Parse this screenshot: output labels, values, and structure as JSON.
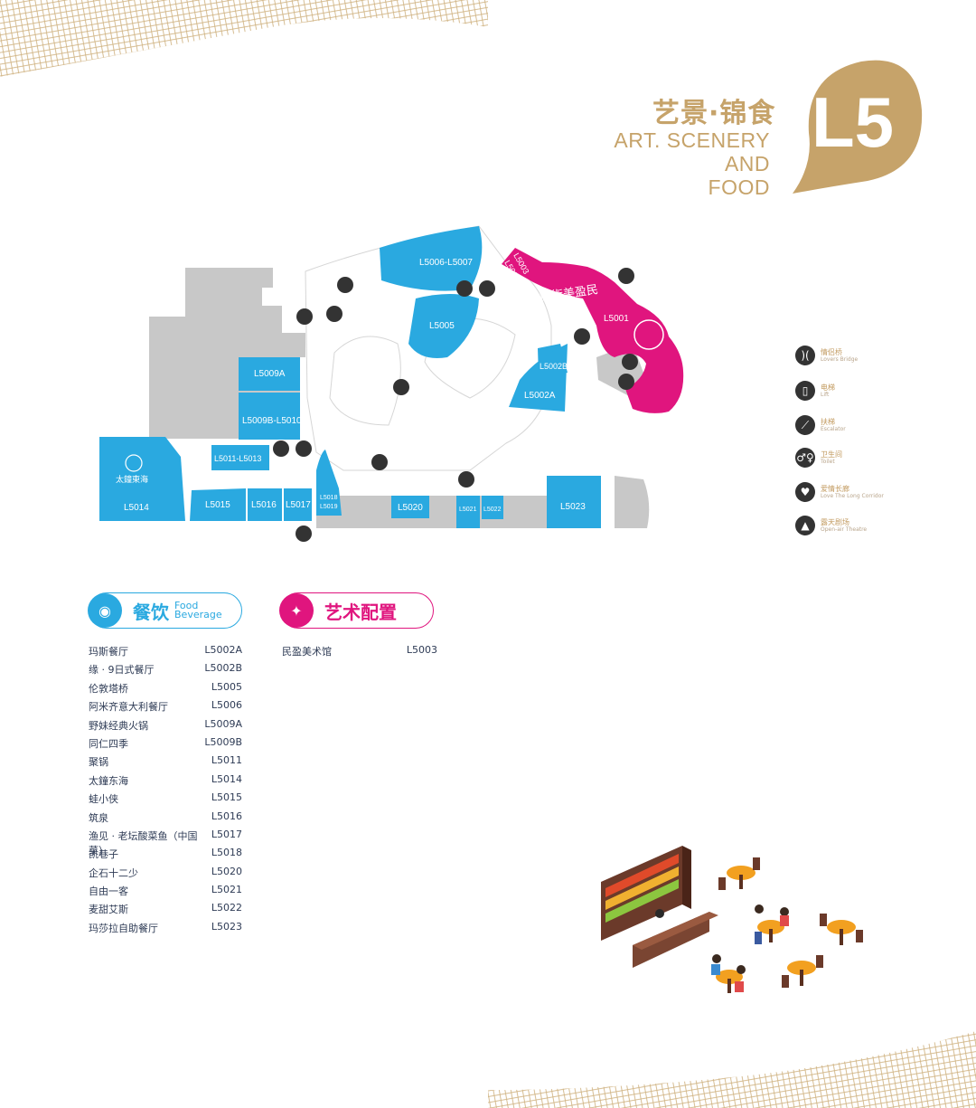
{
  "header": {
    "title_cn": "艺景·锦食",
    "title_en_lines": [
      "ART. SCENERY",
      "AND",
      "FOOD"
    ],
    "level": "L5"
  },
  "colors": {
    "gold": "#c6a36a",
    "store_blue": "#2aa9e0",
    "art_magenta": "#e0157e",
    "walkway_gray": "#c8c8c8",
    "icon_dark": "#333333"
  },
  "map": {
    "units": [
      "L5006-L5007",
      "L5003",
      "L5004",
      "L5001",
      "L5005",
      "L5002B",
      "L5002A",
      "L5009A",
      "L5009B-L5010",
      "L5011-L5013",
      "L5014",
      "L5015",
      "L5016",
      "L5017",
      "L5018",
      "L5019",
      "L5020",
      "L5021",
      "L5022",
      "L5023"
    ],
    "art_museum_sign": "館術美盈民",
    "taiyi_logo_text": "太鐘東海"
  },
  "legend": [
    {
      "icon": "lovers-bridge-icon",
      "cn": "情侣桥",
      "en": "Lovers Bridge"
    },
    {
      "icon": "elevator-icon",
      "cn": "电梯",
      "en": "Lift"
    },
    {
      "icon": "escalator-icon",
      "cn": "扶梯",
      "en": "Escalator"
    },
    {
      "icon": "toilet-icon",
      "cn": "卫生间",
      "en": "Toilet"
    },
    {
      "icon": "love-corridor-icon",
      "cn": "爱情长廊",
      "en": "Love The Long Corridor"
    },
    {
      "icon": "open-air-theatre-icon",
      "cn": "露天剧场",
      "en": "Open-air Theatre"
    }
  ],
  "food": {
    "title_cn": "餐饮",
    "title_en": [
      "Food",
      "Beverage"
    ],
    "items": [
      {
        "name": "玛斯餐厅",
        "code": "L5002A"
      },
      {
        "name": "缘 · 9日式餐厅",
        "code": "L5002B"
      },
      {
        "name": "伦敦塔桥",
        "code": "L5005"
      },
      {
        "name": "阿米齐意大利餐厅",
        "code": "L5006"
      },
      {
        "name": "野妹经典火锅",
        "code": "L5009A"
      },
      {
        "name": "同仁四季",
        "code": "L5009B"
      },
      {
        "name": "聚锅",
        "code": "L5011"
      },
      {
        "name": "太鐘东海",
        "code": "L5014"
      },
      {
        "name": "蛙小侠",
        "code": "L5015"
      },
      {
        "name": "筑泉",
        "code": "L5016"
      },
      {
        "name": "渔见 · 老坛酸菜鱼（中国菜）",
        "code": "L5017"
      },
      {
        "name": "凯巷子",
        "code": "L5018"
      },
      {
        "name": "企石十二少",
        "code": "L5020"
      },
      {
        "name": "自由一客",
        "code": "L5021"
      },
      {
        "name": "麦甜艾斯",
        "code": "L5022"
      },
      {
        "name": "玛莎拉自助餐厅",
        "code": "L5023"
      }
    ]
  },
  "art": {
    "title_cn": "艺术配置",
    "items": [
      {
        "name": "民盈美术馆",
        "code": "L5003"
      }
    ]
  }
}
